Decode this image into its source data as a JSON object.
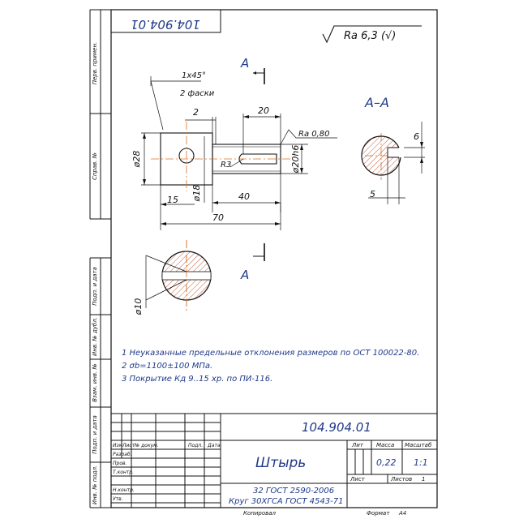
{
  "designation": "104.904.01",
  "designation_rotated": "104.904.01",
  "part_name": "Штырь",
  "material_line1": "32 ГОСТ 2590-2006",
  "material_line2": "Круг 30ХГСА ГОСТ 4543-71",
  "mass_value": "0,22",
  "scale_value": "1:1",
  "roughness_general": "Ra 6,3 (√)",
  "roughness_local": "Ra 0,80",
  "section_mark": "A",
  "section_title": "A–A",
  "chamfer": "1x45°",
  "chamfer_note": "2 фаски",
  "dims": {
    "d28": "ø28",
    "d18": "ø18",
    "d20": "ø20h6",
    "d10": "ø10",
    "r3": "R3",
    "l2": "2",
    "l20": "20",
    "l15": "15",
    "l40": "40",
    "l70": "70",
    "s6": "6",
    "s5": "5"
  },
  "notes": [
    "1 Неуказанные предельные отклонения размеров по ОСТ 100022-80.",
    "2 σb=1100±100 МПа.",
    "3 Покрытие Кд 9..15 хр. по ПИ-116."
  ],
  "title_block": {
    "col_izm": "Изм",
    "col_list": "Лист",
    "col_doc": "№ докум.",
    "col_sign": "Подп.",
    "col_date": "Дата",
    "row_razrab": "Разраб.",
    "row_prov": "Пров.",
    "row_tkontr": "Т.контр.",
    "row_nkontr": "Н.контр.",
    "row_utv": "Утв.",
    "lit": "Лит",
    "massa": "Масса",
    "masshtab": "Масштаб",
    "list": "Лист",
    "listov": "Листов",
    "listov_value": "1"
  },
  "footer": {
    "copied": "Копировал",
    "format": "Формат",
    "format_value": "A4"
  },
  "side_labels": {
    "perv_primen": "Перв. примен.",
    "sprav": "Справ. №",
    "podp_data1": "Подп. и дата",
    "inv_dubl": "Инв. № дубл.",
    "vzam_inv": "Взам. инв. №",
    "podp_data2": "Подп. и дата",
    "inv_podl": "Инв. № подл."
  }
}
